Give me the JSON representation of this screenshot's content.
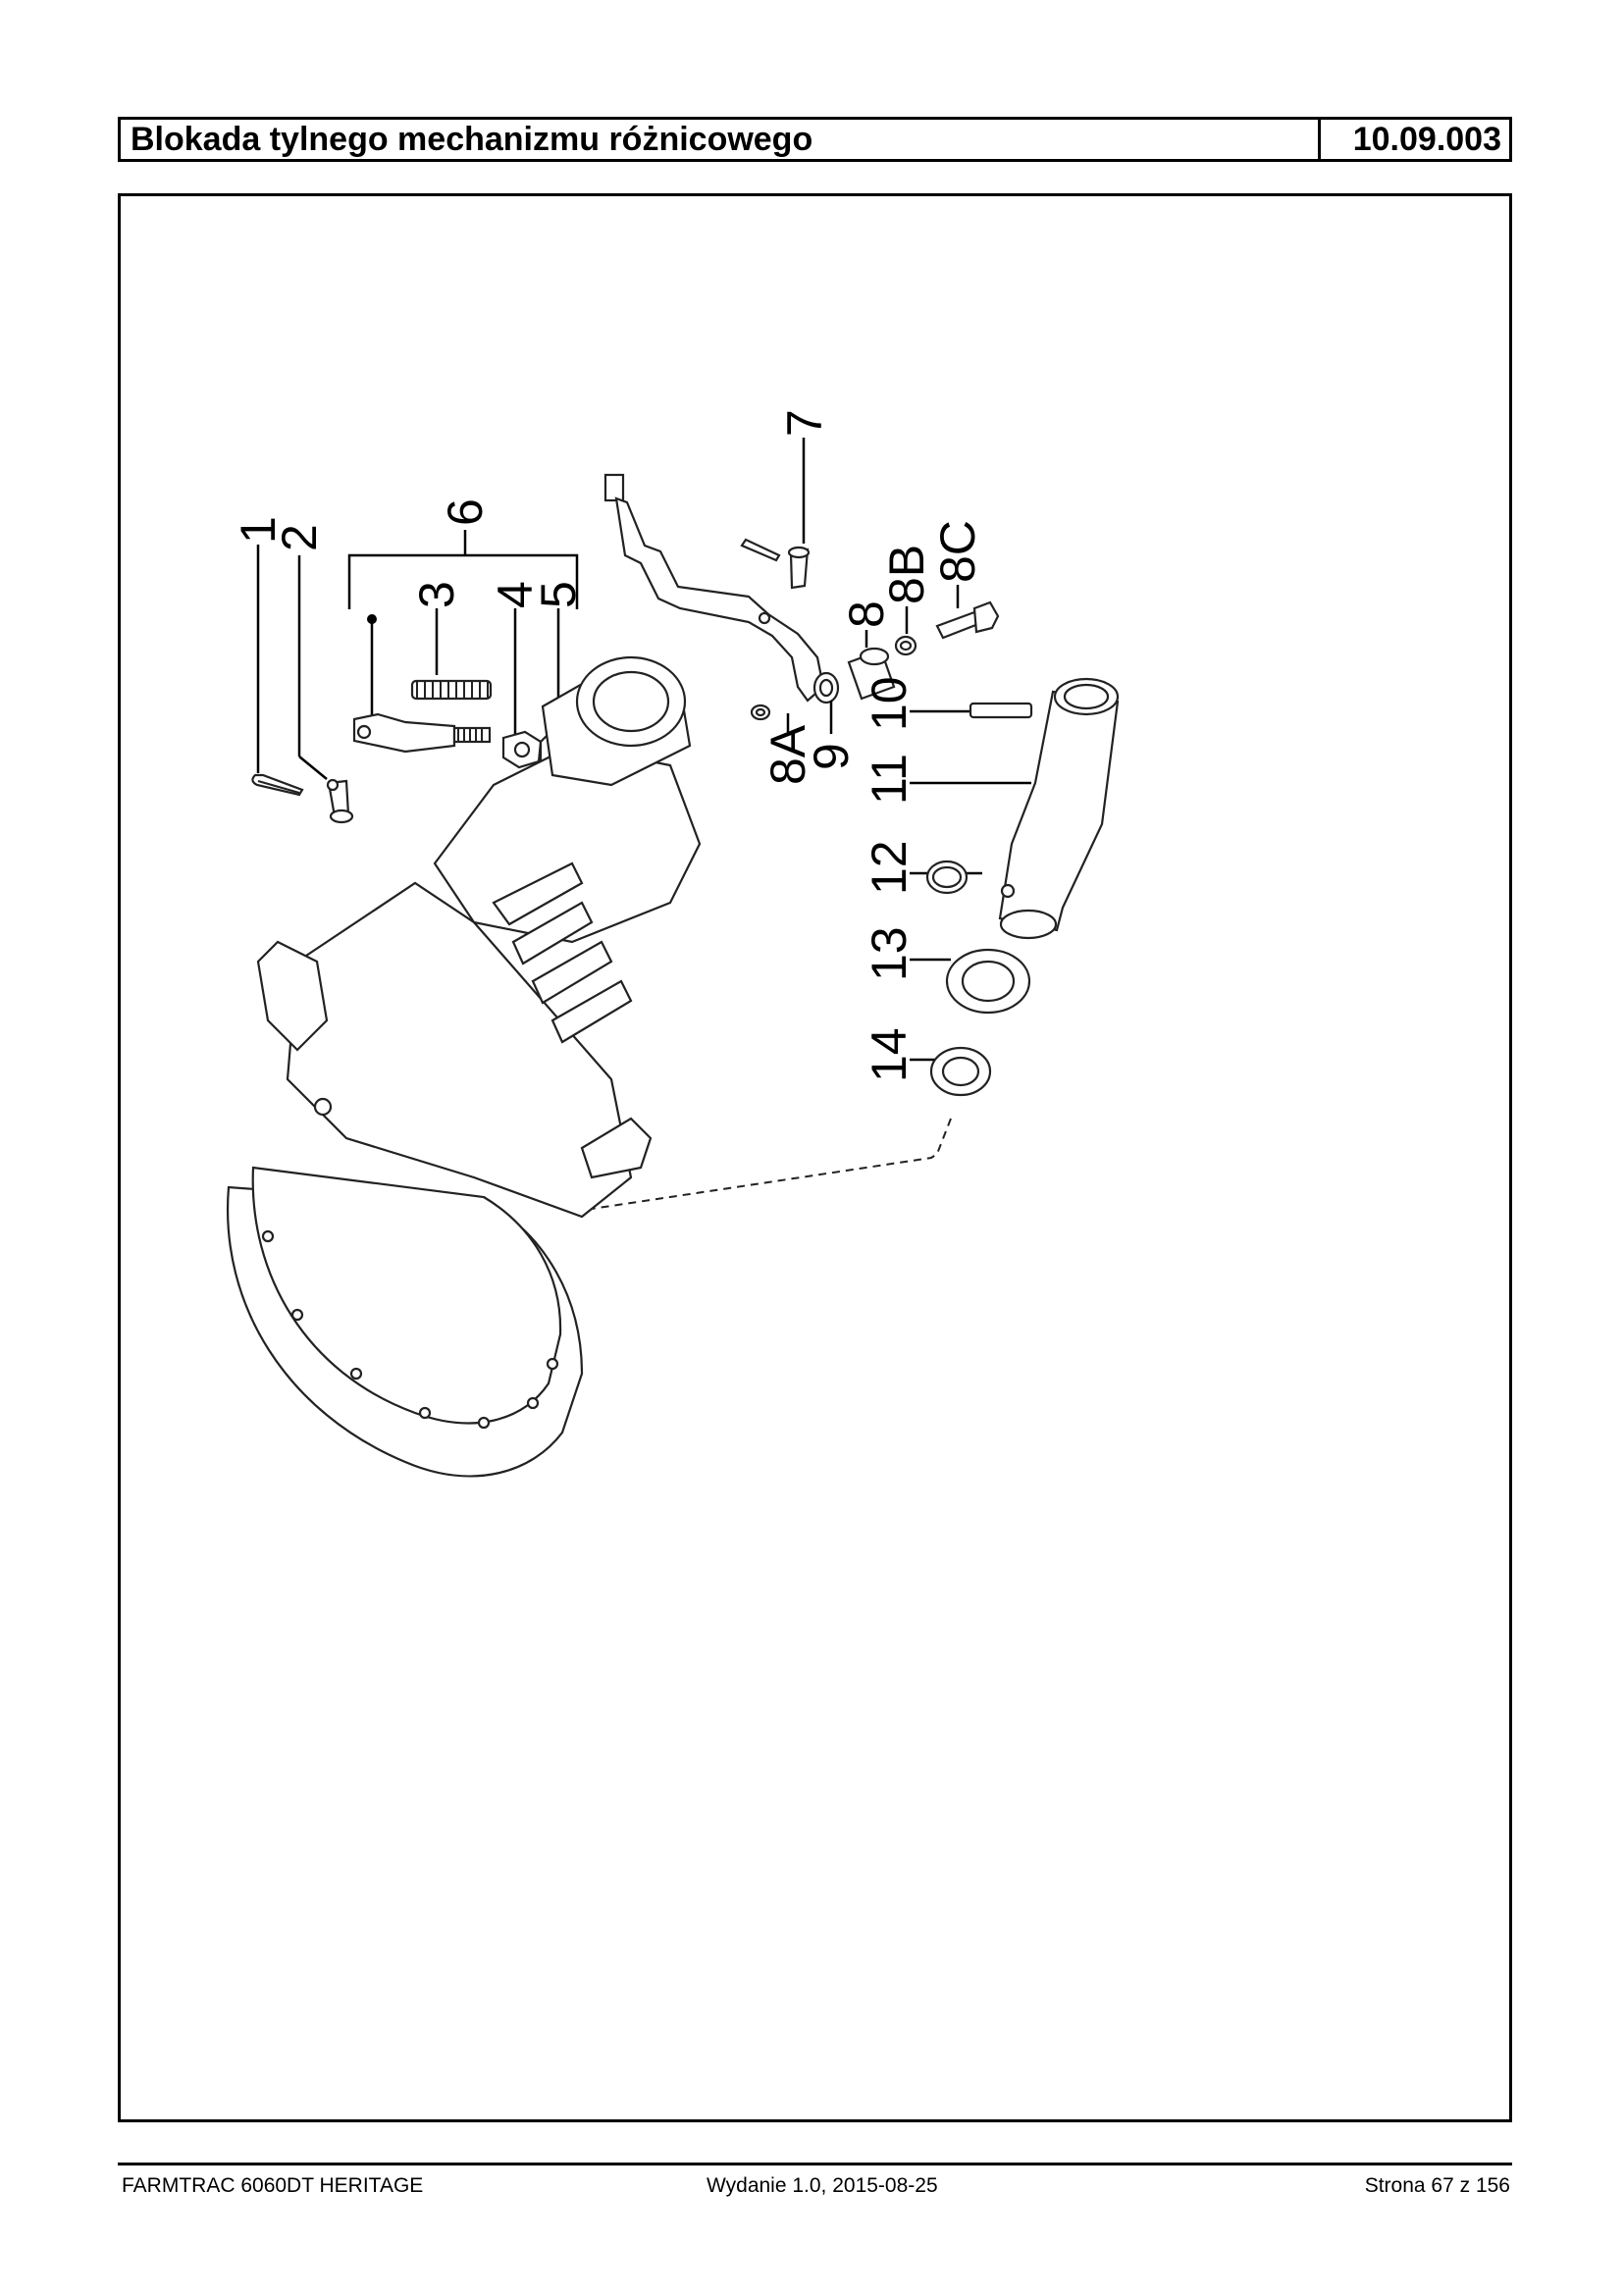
{
  "header": {
    "title": "Blokada tylnego mechanizmu różnicowego",
    "code": "10.09.003"
  },
  "callouts": {
    "c1": "1",
    "c2": "2",
    "c3": "3",
    "c4": "4",
    "c5": "5",
    "c6": "6",
    "c7": "7",
    "c8": "8",
    "c8a": "8A",
    "c8b": "8B",
    "c8c": "8C",
    "c9": "9",
    "c10": "10",
    "c11": "11",
    "c12": "12",
    "c13": "13",
    "c14": "14"
  },
  "footer": {
    "left": "FARMTRAC 6060DT HERITAGE",
    "center": "Wydanie 1.0,  2015-08-25",
    "right": "Strona 67 z 156"
  }
}
